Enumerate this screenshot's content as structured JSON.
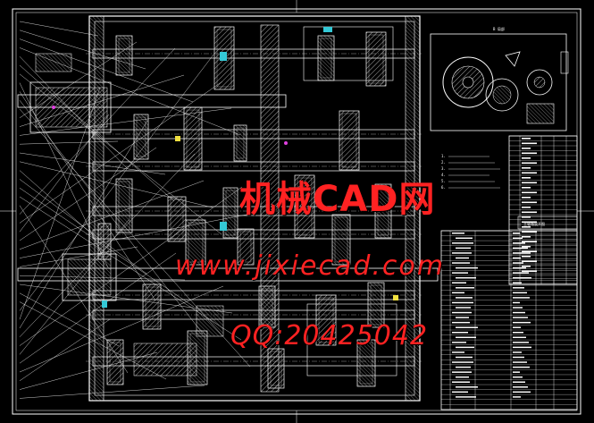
{
  "colors": {
    "background": "#000000",
    "linework": "#ffffff",
    "hatch": "#d0d0d0",
    "accent_cyan": "#34c9d6",
    "accent_yellow": "#f0e040",
    "accent_magenta": "#e040e0",
    "watermark": "#ff2222"
  },
  "watermark": {
    "title": "机械CAD网",
    "url": "www.jixiecad.com",
    "qq": "QQ:20425042"
  },
  "detail_view": {
    "label": "B 局部"
  },
  "tech_notes": {
    "lines": [
      "1.",
      "2.",
      "3.",
      "4.",
      "5.",
      "6."
    ]
  },
  "title_block": {
    "label": "主轴箱展开图"
  }
}
